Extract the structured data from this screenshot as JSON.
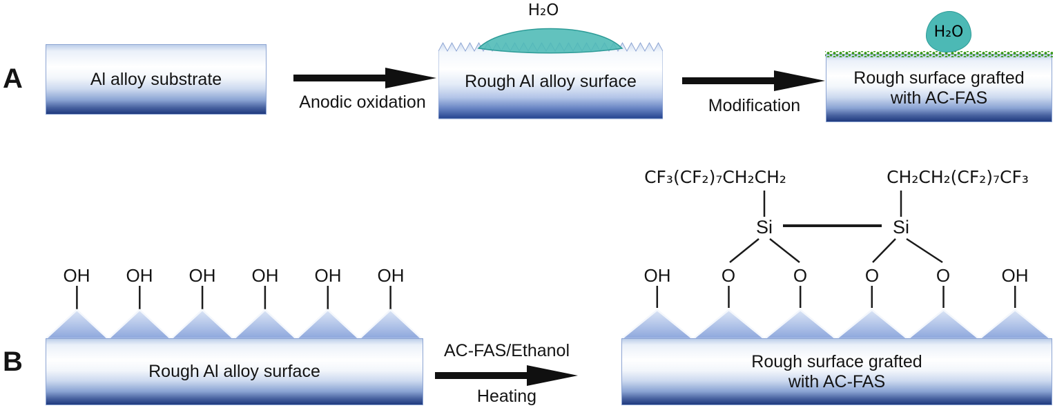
{
  "panel_a": {
    "label": "A",
    "substrate": {
      "label": "Al alloy substrate"
    },
    "step1": {
      "label": "Anodic oxidation"
    },
    "rough_surface": {
      "label": "Rough Al alloy surface",
      "droplet_label": "H₂O"
    },
    "step2": {
      "label": "Modification"
    },
    "grafted_surface": {
      "label_line1": "Rough surface grafted",
      "label_line2": "with AC-FAS",
      "droplet_label": "H₂O"
    }
  },
  "panel_b": {
    "label": "B",
    "rough_surface": {
      "label": "Rough Al alloy surface",
      "oh_labels": [
        "OH",
        "OH",
        "OH",
        "OH",
        "OH",
        "OH"
      ]
    },
    "step": {
      "label_top": "AC-FAS/Ethanol",
      "label_bottom": "Heating"
    },
    "grafted_surface": {
      "label_line1": "Rough surface grafted",
      "label_line2": "with AC-FAS",
      "site_labels": [
        "OH",
        "O",
        "O",
        "O",
        "O",
        "OH"
      ],
      "si_left": "Si",
      "si_right": "Si",
      "chain_left": "CF₃(CF₂)₇CH₂CH₂",
      "chain_right": "CH₂CH₂(CF₂)₇CF₃"
    }
  },
  "colors": {
    "droplet_fill": "#4cb9b5",
    "droplet_stroke": "#2d9b97",
    "coating_green": "#3c9a1c",
    "substrate_dark": "#23408c"
  }
}
